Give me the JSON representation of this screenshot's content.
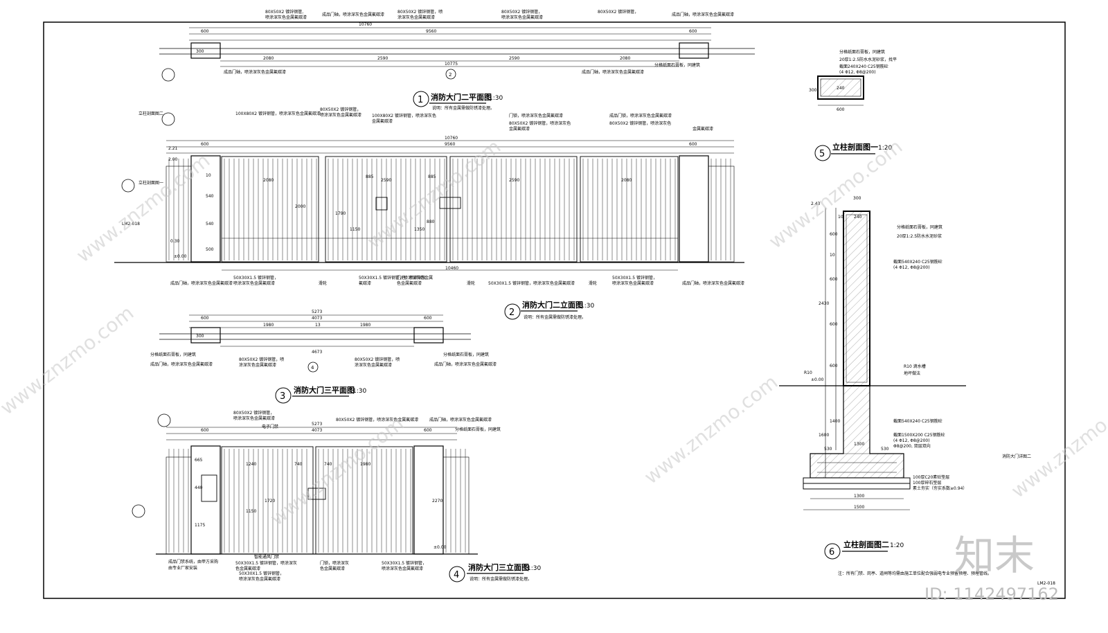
{
  "titles": {
    "t1": {
      "num": "1",
      "name": "消防大门二平面图",
      "scale": "1:30"
    },
    "t2": {
      "num": "2",
      "name": "消防大门二立面图",
      "scale": "1:30"
    },
    "t3": {
      "num": "3",
      "name": "消防大门三平面图",
      "scale": "1:30"
    },
    "t4": {
      "num": "4",
      "name": "消防大门三立面图",
      "scale": "1:30"
    },
    "t5": {
      "num": "5",
      "name": "立柱剖面图一",
      "scale": "1:20"
    },
    "t6": {
      "num": "6",
      "name": "立柱剖面图二",
      "scale": "1:20"
    }
  },
  "notes": {
    "metal": "说明：所有金属需做防锈漆处理。",
    "bottom": "注：所有门禁、岗亭、道闸等均需由施工单位配合强弱电专业预留预埋、预埋管线。",
    "sheet_caption": "消防大门详图二",
    "sheet_no": "LM2-018"
  },
  "watermark": {
    "site": "www.znzmo.com",
    "brand": "知末",
    "id_label": "ID: 1142497162"
  },
  "plan1": {
    "top_labels": [
      "80X50X2 镀锌钢管,",
      "喷涂深灰色金属氟碳漆",
      "成品门轴，喷涂深灰色金属氟碳漆",
      "80X50X2 镀锌钢管，喷",
      "涂深灰色金属氟碳漆",
      "80X50X2 镀锌钢管，",
      "喷涂深灰色金属氟碳漆",
      "80X50X2 镀锌钢管，",
      "成品门轴，喷涂深灰色金属氟碳漆"
    ],
    "dims_top": [
      "10760",
      "600",
      "9560",
      "600"
    ],
    "dims_bottom": [
      "2080",
      "2590",
      "2590",
      "2080"
    ],
    "total": "10775",
    "post": "300",
    "bottom_labels": [
      "成品门轴，喷涂深灰色金属氟碳漆",
      "成品门轴，喷涂深灰色金属氟碳漆",
      "分格纸面石膏板，同建筑"
    ],
    "ref": "2"
  },
  "elev2": {
    "labels_top": [
      "100X80X2 镀锌钢管，喷涂深灰色金属氟碳漆",
      "80X50X2 镀锌钢管，",
      "喷涂深灰色金属氟碳漆",
      "100X80X2 镀锌钢管，喷涂深灰色",
      "金属氟碳漆",
      "门锁，喷涂深灰色金属氟碳漆",
      "80X50X2 镀锌钢管，喷涂深灰色",
      "金属氟碳漆",
      "成品门锁，喷涂深灰色金属氟碳漆",
      "80X50X2 镀锌钢管，喷涂深灰色",
      "金属氟碳漆"
    ],
    "dims_top": [
      "600",
      "10760",
      "9560",
      "600"
    ],
    "dims_leaf": [
      "2080",
      "2590",
      "2590",
      "2080"
    ],
    "dims_v": [
      "2.21",
      "2.00",
      "10",
      "540",
      "540",
      "500",
      "0.30",
      "±0.00"
    ],
    "dims_mid": [
      "1150",
      "1350",
      "2000",
      "1790",
      "885",
      "885",
      "880"
    ],
    "ref_labels": [
      "立柱剖面图一",
      "立柱剖面图二",
      "LM2-018"
    ],
    "bottom_total": "10460",
    "bottom_labels": [
      "成品门轴，喷涂深灰色金属氟碳漆",
      "50X30X1.5 镀锌钢管，",
      "喷涂深灰色金属氟碳漆",
      "滑轮",
      "50X30X1.5 镀锌钢管，喷涂深灰色金属",
      "氟碳漆",
      "门把，喷涂深灰",
      "色金属氟碳漆",
      "滑轮",
      "50X30X1.5 镀锌钢管，喷涂深灰色金属氟碳漆",
      "滑轮",
      "50X30X1.5 镀锌钢管，",
      "喷涂深灰色金属氟碳漆",
      "成品门轴，喷涂深灰色金属氟碳漆"
    ]
  },
  "plan3": {
    "dims_top": [
      "5273",
      "600",
      "4073",
      "600"
    ],
    "dims_leaf": [
      "1980",
      "1980"
    ],
    "mid": "13",
    "post": "300",
    "total": "4673",
    "labels": [
      "分格纸面石膏板，同建筑",
      "80X50X2 镀锌钢管，喷",
      "涂深灰色金属氟碳漆",
      "80X50X2 镀锌钢管，喷",
      "涂深灰色金属氟碳漆",
      "分格纸面石膏板，同建筑",
      "成品门轴，喷涂深灰色金属氟碳漆",
      "成品门轴，喷涂深灰色金属氟碳漆"
    ],
    "ref": "4"
  },
  "elev4": {
    "labels_top": [
      "80X50X2 镀锌钢管，",
      "喷涂深灰色金属氟碳漆",
      "电子门禁",
      "80X50X2 镀锌钢管，喷涂深灰色金属氟碳漆",
      "成品门轴，喷涂深灰色金属氟碳漆",
      "分格纸面石膏板，同建筑"
    ],
    "dims_top": [
      "5273",
      "600",
      "4073",
      "600"
    ],
    "dims_leaf": [
      "1240",
      "740",
      "740",
      "1980"
    ],
    "dims_v": [
      "665",
      "440",
      "1175",
      "1150",
      "1720",
      "2270",
      "±0.00"
    ],
    "bottom_labels": [
      "成品门禁系统，由甲方采购",
      "由专业厂家安装",
      "50X30X1.5 镀锌钢管，",
      "喷涂深灰色金属氟碳漆",
      "50X30X1.5 镀锌钢管，喷涂深灰",
      "色金属氟碳漆",
      "智能通风门禁",
      "门锁，喷涂深灰",
      "色金属氟碳漆",
      "50X30X1.5 镀锌钢管，",
      "喷涂深灰色金属氟碳漆"
    ]
  },
  "sec5": {
    "labels": [
      "分格纸面石膏板，同建筑",
      "20厚1:2.5防水水泥砂浆，找平",
      "截面240X240 C25钢筋砼",
      "(4 Φ12, Φ8@200)"
    ],
    "dims": [
      "300",
      "240",
      "600"
    ]
  },
  "sec6": {
    "labels": [
      "分格纸面石膏板，同建筑",
      "20厚1:2.5防水水泥砂浆",
      "截面540X240 C25钢筋砼",
      "(4 Φ12, Φ8@200)",
      "R10 滴水槽",
      "地坪做法",
      "截面540X240 C25钢筋砼",
      "截面1500X200 C25钢筋砼",
      "(4 Φ12, Φ8@200)",
      "Φ8@200, 双层双向",
      "100厚C20素砼垫层",
      "100厚碎石垫层",
      "素土夯实（夯实系数≥0.94）"
    ],
    "dims_top": [
      "300",
      "240",
      "10"
    ],
    "dims_v": [
      "2.43",
      "600",
      "10",
      "600",
      "2430",
      "600",
      "600",
      "1400",
      "1600",
      "R10",
      "±0.00"
    ],
    "dims_bottom": [
      "530",
      "1300",
      "530",
      "1300",
      "1500"
    ]
  }
}
